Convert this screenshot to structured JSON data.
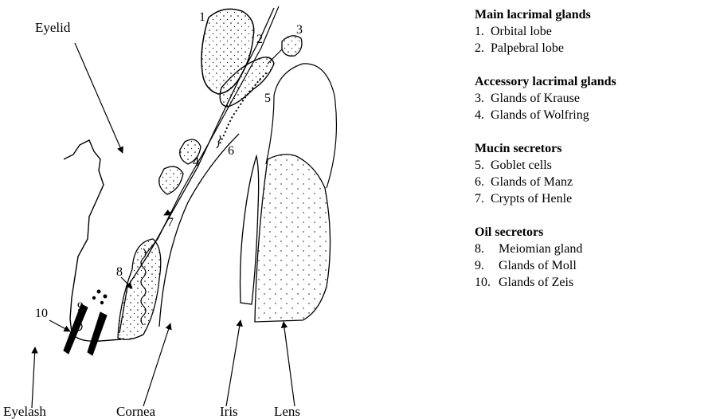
{
  "labels": {
    "eyelid": "Eyelid",
    "eyelash": "Eyelash",
    "cornea": "Cornea",
    "iris": "Iris",
    "lens": "Lens"
  },
  "numbers": [
    "1",
    "2",
    "3",
    "4",
    "5",
    "6",
    "7",
    "8",
    "9",
    "10"
  ],
  "legend": [
    {
      "title": "Main lacrimal glands",
      "items": [
        {
          "n": "1.",
          "text": "Orbital lobe"
        },
        {
          "n": "2.",
          "text": "Palpebral lobe"
        }
      ]
    },
    {
      "title": "Accessory lacrimal glands",
      "items": [
        {
          "n": "3.",
          "text": "Glands of Krause"
        },
        {
          "n": "4.",
          "text": "Glands of Wolfring"
        }
      ]
    },
    {
      "title": "Mucin secretors",
      "items": [
        {
          "n": "5.",
          "text": "Goblet cells"
        },
        {
          "n": "6.",
          "text": "Glands of Manz"
        },
        {
          "n": "7.",
          "text": "Crypts of Henle"
        }
      ]
    },
    {
      "title": "Oil secretors",
      "items": [
        {
          "n": "8.",
          "text": "Meiomian gland"
        },
        {
          "n": "9.",
          "text": "Glands of Moll"
        },
        {
          "n": "10.",
          "text": "Glands of Zeis"
        }
      ]
    }
  ]
}
